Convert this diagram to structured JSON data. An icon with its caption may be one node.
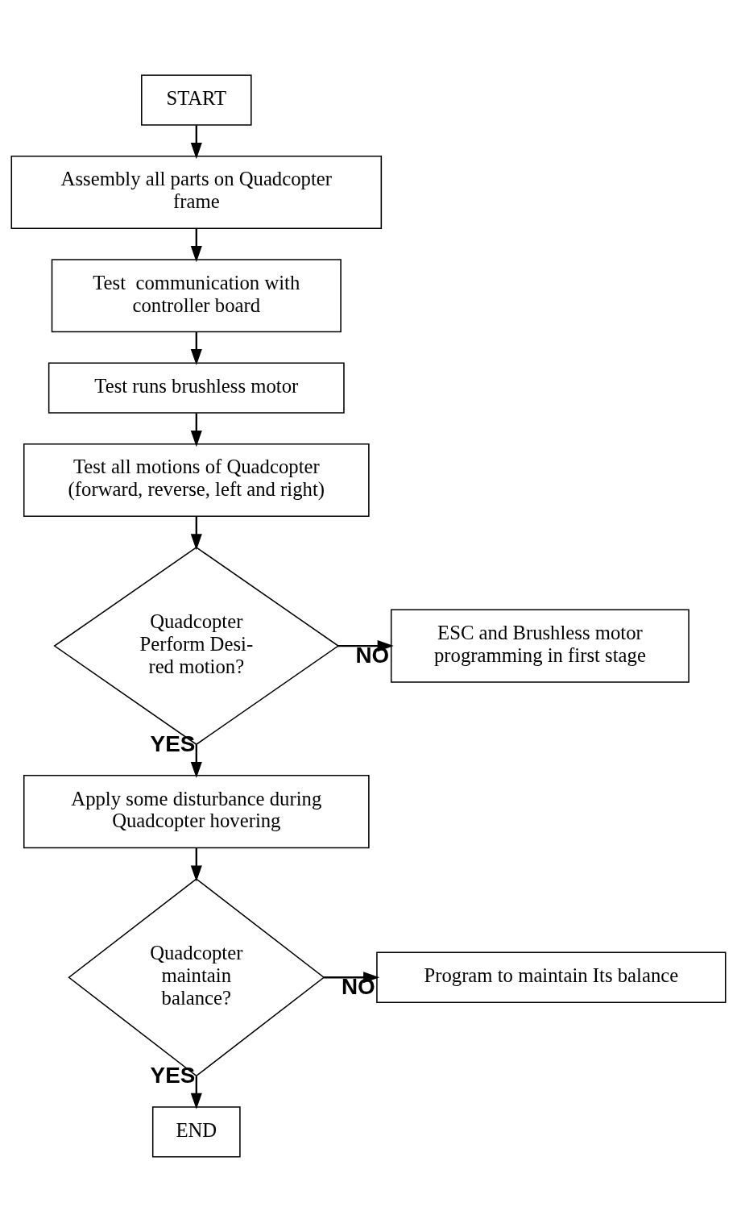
{
  "diagram": {
    "nodes": [
      {
        "text": [
          "START"
        ]
      },
      {
        "text": [
          "Assembly all parts on Quadcopter frame"
        ]
      },
      {
        "text": [
          "Test  communication with controller board"
        ]
      },
      {
        "text": [
          "Test runs brushless motor"
        ]
      },
      {
        "text": [
          "Test all motions of Quadcopter (forward, reverse, left and right)"
        ]
      },
      {
        "text": [
          "Quadcopter Perform Desi- red motion?"
        ]
      },
      {
        "text": [
          "ESC and Brushless motor programming in first stage"
        ]
      },
      {
        "text": [
          "Apply some disturbance during Quadcopter hovering"
        ]
      },
      {
        "text": [
          "Quadcopter maintain balance?"
        ]
      },
      {
        "text": [
          "Program to maintain Its balance"
        ]
      },
      {
        "text": [
          "END"
        ]
      }
    ],
    "edges": [
      {
        "from": 0,
        "to": 1,
        "arrow": "to"
      },
      {
        "from": 1,
        "to": 2,
        "arrow": "to"
      },
      {
        "from": 2,
        "to": 3,
        "arrow": "to"
      },
      {
        "from": 3,
        "to": 4,
        "arrow": "to"
      },
      {
        "from": 4,
        "to": 5,
        "arrow": "to"
      },
      {
        "from": 5,
        "to": 6,
        "arrow": "to",
        "label": "NO"
      },
      {
        "from": 5,
        "to": 7,
        "arrow": "to",
        "label": "YES"
      },
      {
        "from": 7,
        "to": 8,
        "arrow": "to"
      },
      {
        "from": 8,
        "to": 9,
        "arrow": "to",
        "label": "NO"
      },
      {
        "from": 8,
        "to": 10,
        "arrow": "to",
        "label": "YES"
      }
    ]
  }
}
